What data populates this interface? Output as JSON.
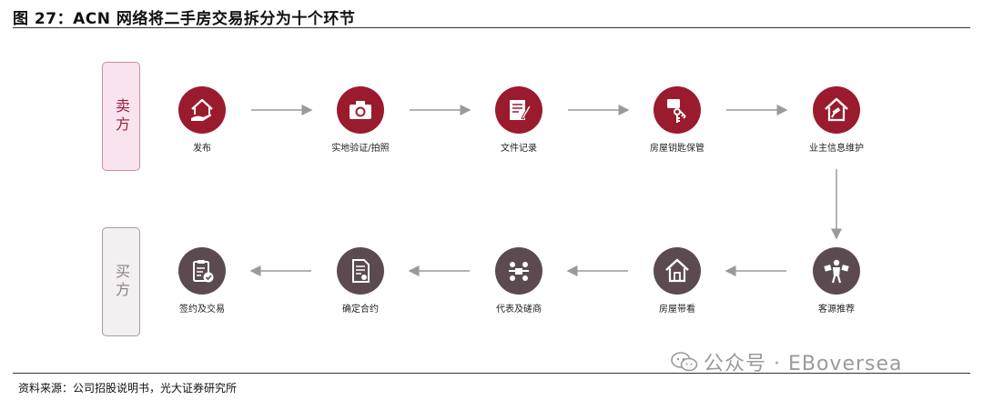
{
  "header": {
    "title": "图 27：ACN 网络将二手房交易拆分为十个环节"
  },
  "roles": {
    "seller": "卖方",
    "buyer": "买方"
  },
  "seller_steps": [
    {
      "label": "发布",
      "icon": "house-hand-icon"
    },
    {
      "label": "实地验证/拍照",
      "icon": "camera-icon"
    },
    {
      "label": "文件记录",
      "icon": "document-pen-icon"
    },
    {
      "label": "房屋钥匙保管",
      "icon": "key-tag-icon"
    },
    {
      "label": "业主信息维护",
      "icon": "house-gavel-icon"
    }
  ],
  "buyer_steps": [
    {
      "label": "签约及交易",
      "icon": "clipboard-check-icon"
    },
    {
      "label": "确定合约",
      "icon": "contract-icon"
    },
    {
      "label": "代表及磋商",
      "icon": "meeting-icon"
    },
    {
      "label": "房屋带看",
      "icon": "house-outline-icon"
    },
    {
      "label": "客源推荐",
      "icon": "person-signs-icon"
    }
  ],
  "footer": {
    "source": "资料来源：公司招股说明书，光大证券研究所"
  },
  "watermark": {
    "text": "公众号 · EBoversea"
  },
  "colors": {
    "seller_accent": "#9b1b2e",
    "buyer_accent": "#5b4b50",
    "arrow": "#9a9a9a"
  }
}
